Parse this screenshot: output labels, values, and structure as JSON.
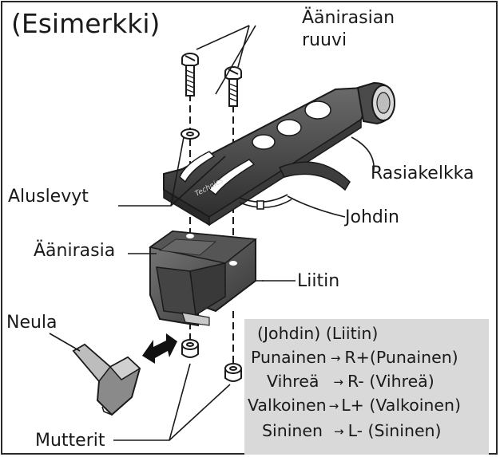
{
  "title": "(Esimerkki)",
  "labels": {
    "screw": [
      "Äänirasian",
      "ruuvi"
    ],
    "shell": "Rasiakelkka",
    "washers": "Aluslevyt",
    "lead": "Johdin",
    "cartridge": "Äänirasia",
    "connector": "Liitin",
    "stylus": "Neula",
    "nuts": "Mutterit",
    "brand": "Technics"
  },
  "wiring": {
    "header": [
      "(Johdin)",
      "(Liitin)"
    ],
    "arrow": "→",
    "rows": [
      {
        "lead": "Punainen",
        "terminal": "R+(Punainen)"
      },
      {
        "lead": "Vihreä",
        "terminal": "R- (Vihreä)"
      },
      {
        "lead": "Valkoinen",
        "terminal": "L+ (Valkoinen)"
      },
      {
        "lead": "Sininen",
        "terminal": "L- (Sininen)"
      }
    ]
  },
  "colors": {
    "shell": "#4a4a4a",
    "cartridge": "#5a5a5a",
    "table_bg": "#d9d9d9",
    "line": "#1a1a1a"
  }
}
